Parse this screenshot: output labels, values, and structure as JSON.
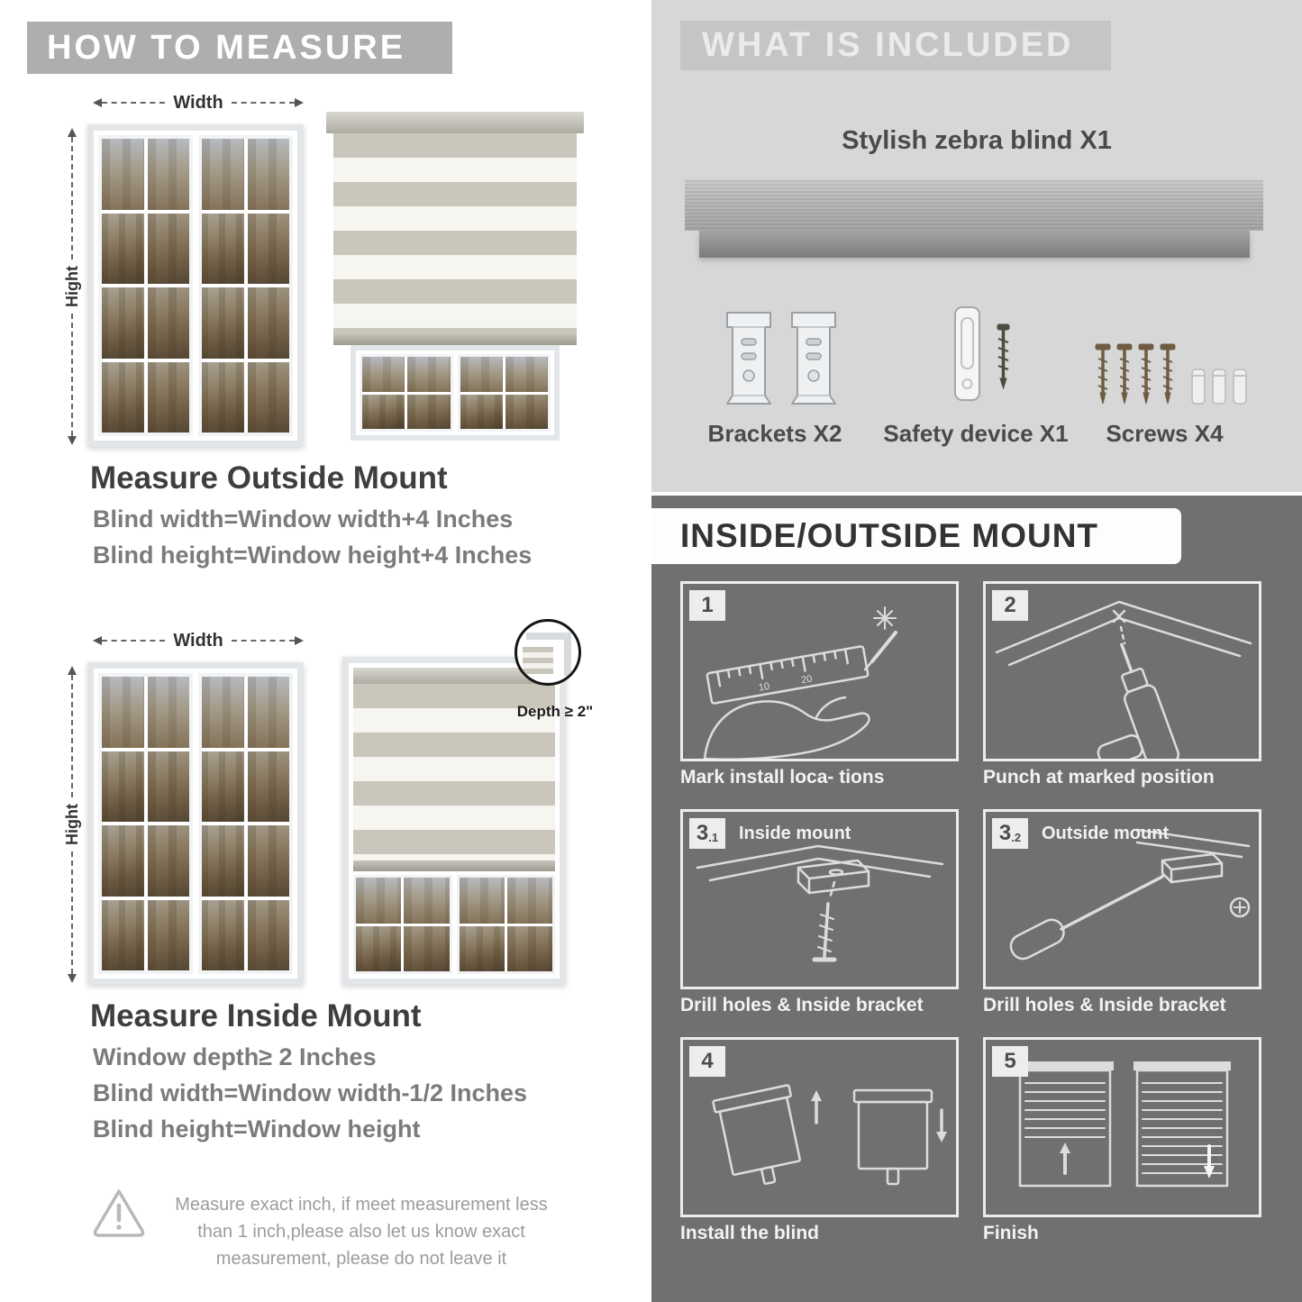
{
  "measure_labels": {
    "width": "Width",
    "height": "Hight",
    "depth": "Depth ≥ 2\""
  },
  "left": {
    "header": "HOW TO MEASURE",
    "outside": {
      "title": "Measure Outside Mount",
      "lines": [
        "Blind width=Window width+4 Inches",
        "Blind height=Window height+4 Inches"
      ]
    },
    "inside": {
      "title": "Measure Inside Mount",
      "lines": [
        "Window depth≥ 2 Inches",
        "Blind width=Window width-1/2 Inches",
        "Blind height=Window height"
      ]
    },
    "warning": "Measure exact inch, if meet measurement less than 1 inch,please also let us know exact measurement, please do not leave it"
  },
  "included": {
    "header": "WHAT IS INCLUDED",
    "product": "Stylish zebra blind X1",
    "items": [
      {
        "label": "Brackets X2"
      },
      {
        "label": "Safety device X1"
      },
      {
        "label": "Screws X4"
      }
    ]
  },
  "mount": {
    "header": "INSIDE/OUTSIDE MOUNT",
    "steps": [
      {
        "num": "1",
        "caption": "Mark install loca- tions"
      },
      {
        "num": "2",
        "caption": "Punch at marked position"
      },
      {
        "num": "3",
        "sub": ".1",
        "label": "Inside mount",
        "caption": "Drill holes & Inside bracket"
      },
      {
        "num": "3",
        "sub": ".2",
        "label": "Outside mount",
        "caption": "Drill holes & Inside bracket"
      },
      {
        "num": "4",
        "caption": "Install the blind"
      },
      {
        "num": "5",
        "caption": "Finish"
      }
    ]
  },
  "colors": {
    "header_bar": "#AEAEAE",
    "included_bg": "#D7D7D7",
    "included_bar": "#C5C5C5",
    "mount_bg": "#707070",
    "text_dark": "#3E3E3E",
    "text_gray": "#7B7B7B",
    "stripe_gray": "#CAC6BC",
    "stripe_white": "#F7F5F0"
  }
}
